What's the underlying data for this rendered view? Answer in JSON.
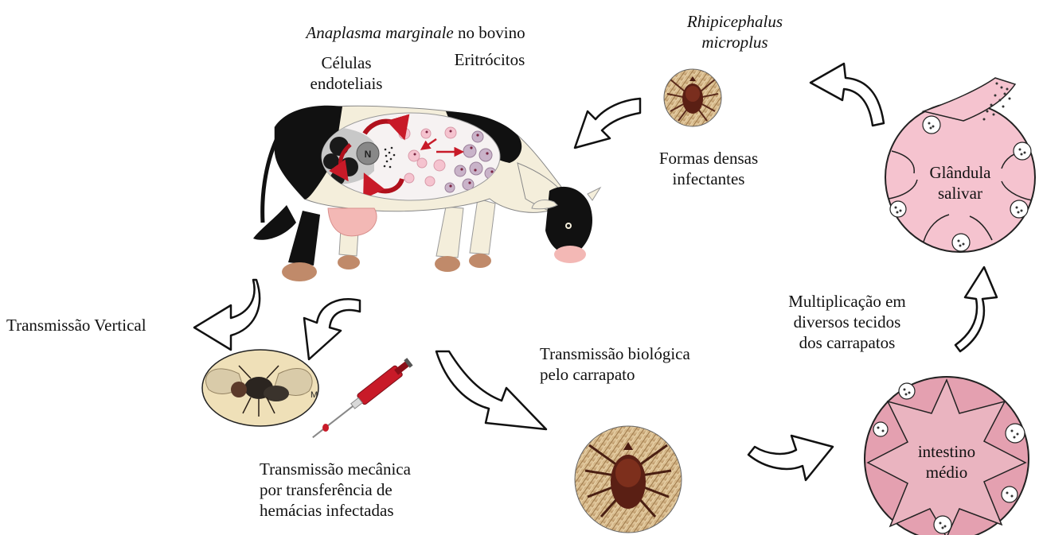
{
  "cow_caption": {
    "italic": "Anaplasma  marginale",
    "rest": " no bovino"
  },
  "cow_labels": {
    "endothelial": [
      "Células",
      "endoteliais"
    ],
    "erythrocytes": "Eritrócitos",
    "nucleus": "N"
  },
  "tick_species": [
    "Rhipicephalus",
    "microplus"
  ],
  "dense_forms": [
    "Formas densas",
    "infectantes"
  ],
  "salivary_gland": [
    "Glândula",
    "salivar"
  ],
  "midgut": [
    "intestino",
    "médio"
  ],
  "multiplication": [
    "Multiplicação em",
    "diversos tecidos",
    "dos carrapatos"
  ],
  "vertical": "Transmissão Vertical",
  "biological": [
    "Transmissão biológica",
    "pelo carrapato"
  ],
  "mechanical": [
    "Transmissão mecânica",
    "por transferência de",
    "hemácias infectadas"
  ],
  "fly_mark": "M",
  "colors": {
    "cow_black": "#111111",
    "cow_cream": "#f4eedb",
    "udder_pink": "#f3b8b5",
    "hoof_brown": "#c08a6a",
    "cell_pink": "#f5c3cf",
    "cell_pink_dark": "#e9a3b2",
    "blood_red": "#c81a28",
    "inset_oval": "#f6f2f2",
    "infected_cell": "#c9b3c9"
  }
}
